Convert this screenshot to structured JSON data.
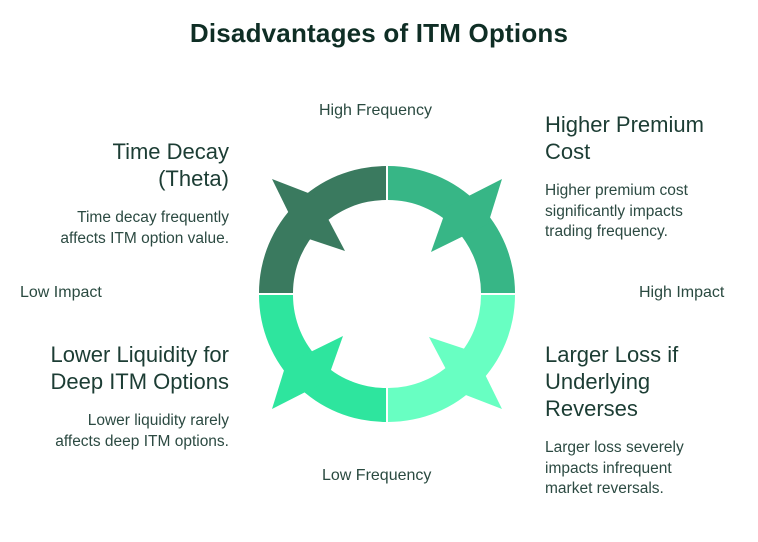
{
  "title": "Disadvantages of ITM Options",
  "axes": {
    "top": "High Frequency",
    "bottom": "Low Frequency",
    "left": "Low Impact",
    "right": "High Impact"
  },
  "quadrants": [
    {
      "position": "top-left",
      "title": "Time Decay (Theta)",
      "title_lines": [
        "Time Decay",
        "(Theta)"
      ],
      "description_lines": [
        "Time decay frequently",
        "affects ITM option value."
      ],
      "color": "#3a7a5f"
    },
    {
      "position": "top-right",
      "title": "Higher Premium Cost",
      "title_lines": [
        "Higher Premium",
        "Cost"
      ],
      "description_lines": [
        "Higher premium cost",
        "significantly impacts",
        "trading frequency."
      ],
      "color": "#37b686"
    },
    {
      "position": "bottom-left",
      "title": "Lower Liquidity for Deep ITM Options",
      "title_lines": [
        "Lower Liquidity for",
        "Deep ITM Options"
      ],
      "description_lines": [
        "Lower liquidity rarely",
        "affects deep ITM options."
      ],
      "color": "#2ee59e"
    },
    {
      "position": "bottom-right",
      "title": "Larger Loss if Underlying Reverses",
      "title_lines": [
        "Larger Loss if",
        "Underlying",
        "Reverses"
      ],
      "description_lines": [
        "Larger loss severely",
        "impacts infrequent",
        "market reversals."
      ],
      "color": "#68ffc2"
    }
  ]
}
